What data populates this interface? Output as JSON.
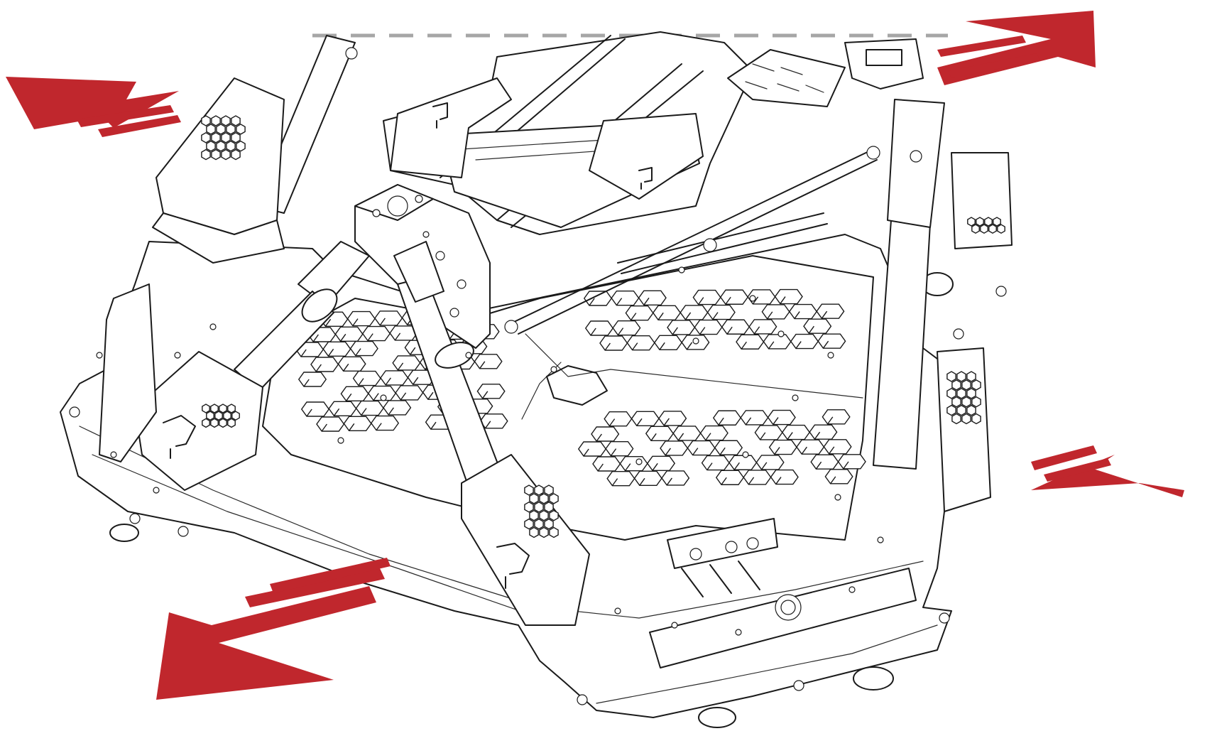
{
  "figure": {
    "description_visible_text": "",
    "colors": {
      "arrow": "#c0272d",
      "linework": "#1a1a1a",
      "dashed_line": "#a6a6a6",
      "background": "#ffffff"
    },
    "arrows": [
      {
        "id": "arrow-top-left",
        "direction": "up-left"
      },
      {
        "id": "arrow-top-right",
        "direction": "up-right"
      },
      {
        "id": "arrow-right",
        "direction": "down-right"
      },
      {
        "id": "arrow-bottom-left",
        "direction": "down-left"
      }
    ],
    "reference_line": {
      "style": "dashed"
    }
  }
}
